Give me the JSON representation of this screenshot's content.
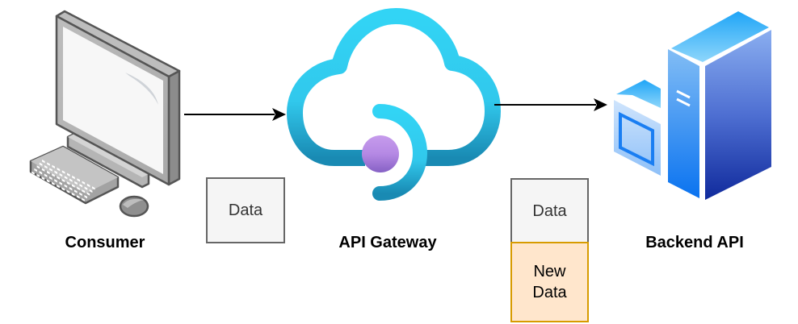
{
  "diagram": {
    "nodes": [
      {
        "id": "consumer",
        "label": "Consumer",
        "icon": "desktop-computer-icon"
      },
      {
        "id": "gateway",
        "label": "API Gateway",
        "icon": "cloud-gateway-icon"
      },
      {
        "id": "backend",
        "label": "Backend API",
        "icon": "server-icon"
      }
    ],
    "edges": [
      {
        "from": "consumer",
        "to": "gateway",
        "payload": [
          "Data"
        ]
      },
      {
        "from": "gateway",
        "to": "backend",
        "payload": [
          "Data",
          "New Data"
        ]
      }
    ],
    "payload_boxes": {
      "request": {
        "label": "Data"
      },
      "forwarded": [
        {
          "label": "Data",
          "style": "original"
        },
        {
          "label_line1": "New",
          "label_line2": "Data",
          "style": "added"
        }
      ]
    },
    "colors": {
      "original_fill": "#f5f5f5",
      "original_stroke": "#666666",
      "added_fill": "#ffe6cc",
      "added_stroke": "#d79b00",
      "cloud": "#32d4f5",
      "gateway_dot": "#b77af4",
      "server_dark": "#1f3fa6",
      "server_light": "#5ea0ef",
      "arrow": "#000000"
    }
  }
}
